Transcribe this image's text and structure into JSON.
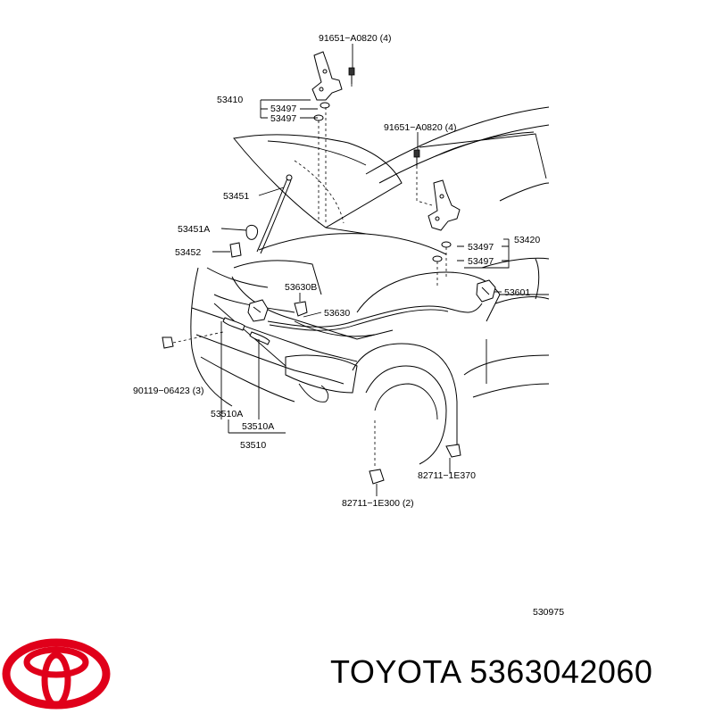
{
  "diagram": {
    "labels": {
      "l91651_top": "91651−A0820 (4)",
      "l53410": "53410",
      "l53497_a": "53497",
      "l53497_b": "53497",
      "l91651_mid": "91651−A0820 (4)",
      "l53451": "53451",
      "l53451A": "53451A",
      "l53452": "53452",
      "l53420": "53420",
      "l53497_c": "53497",
      "l53497_d": "53497",
      "l53630B": "53630B",
      "l53601": "53601",
      "l53630": "53630",
      "l90119": "90119−06423 (3)",
      "l53510A_a": "53510A",
      "l53510A_b": "53510A",
      "l53510": "53510",
      "l82711_e370": "82711−1E370",
      "l82711_e300": "82711−1E300 (2)",
      "ref_code": "530975"
    }
  },
  "brand": {
    "caption": "TOYOTA 5363042060",
    "logo": "toyota-logo",
    "logo_color": "#e0001a"
  }
}
